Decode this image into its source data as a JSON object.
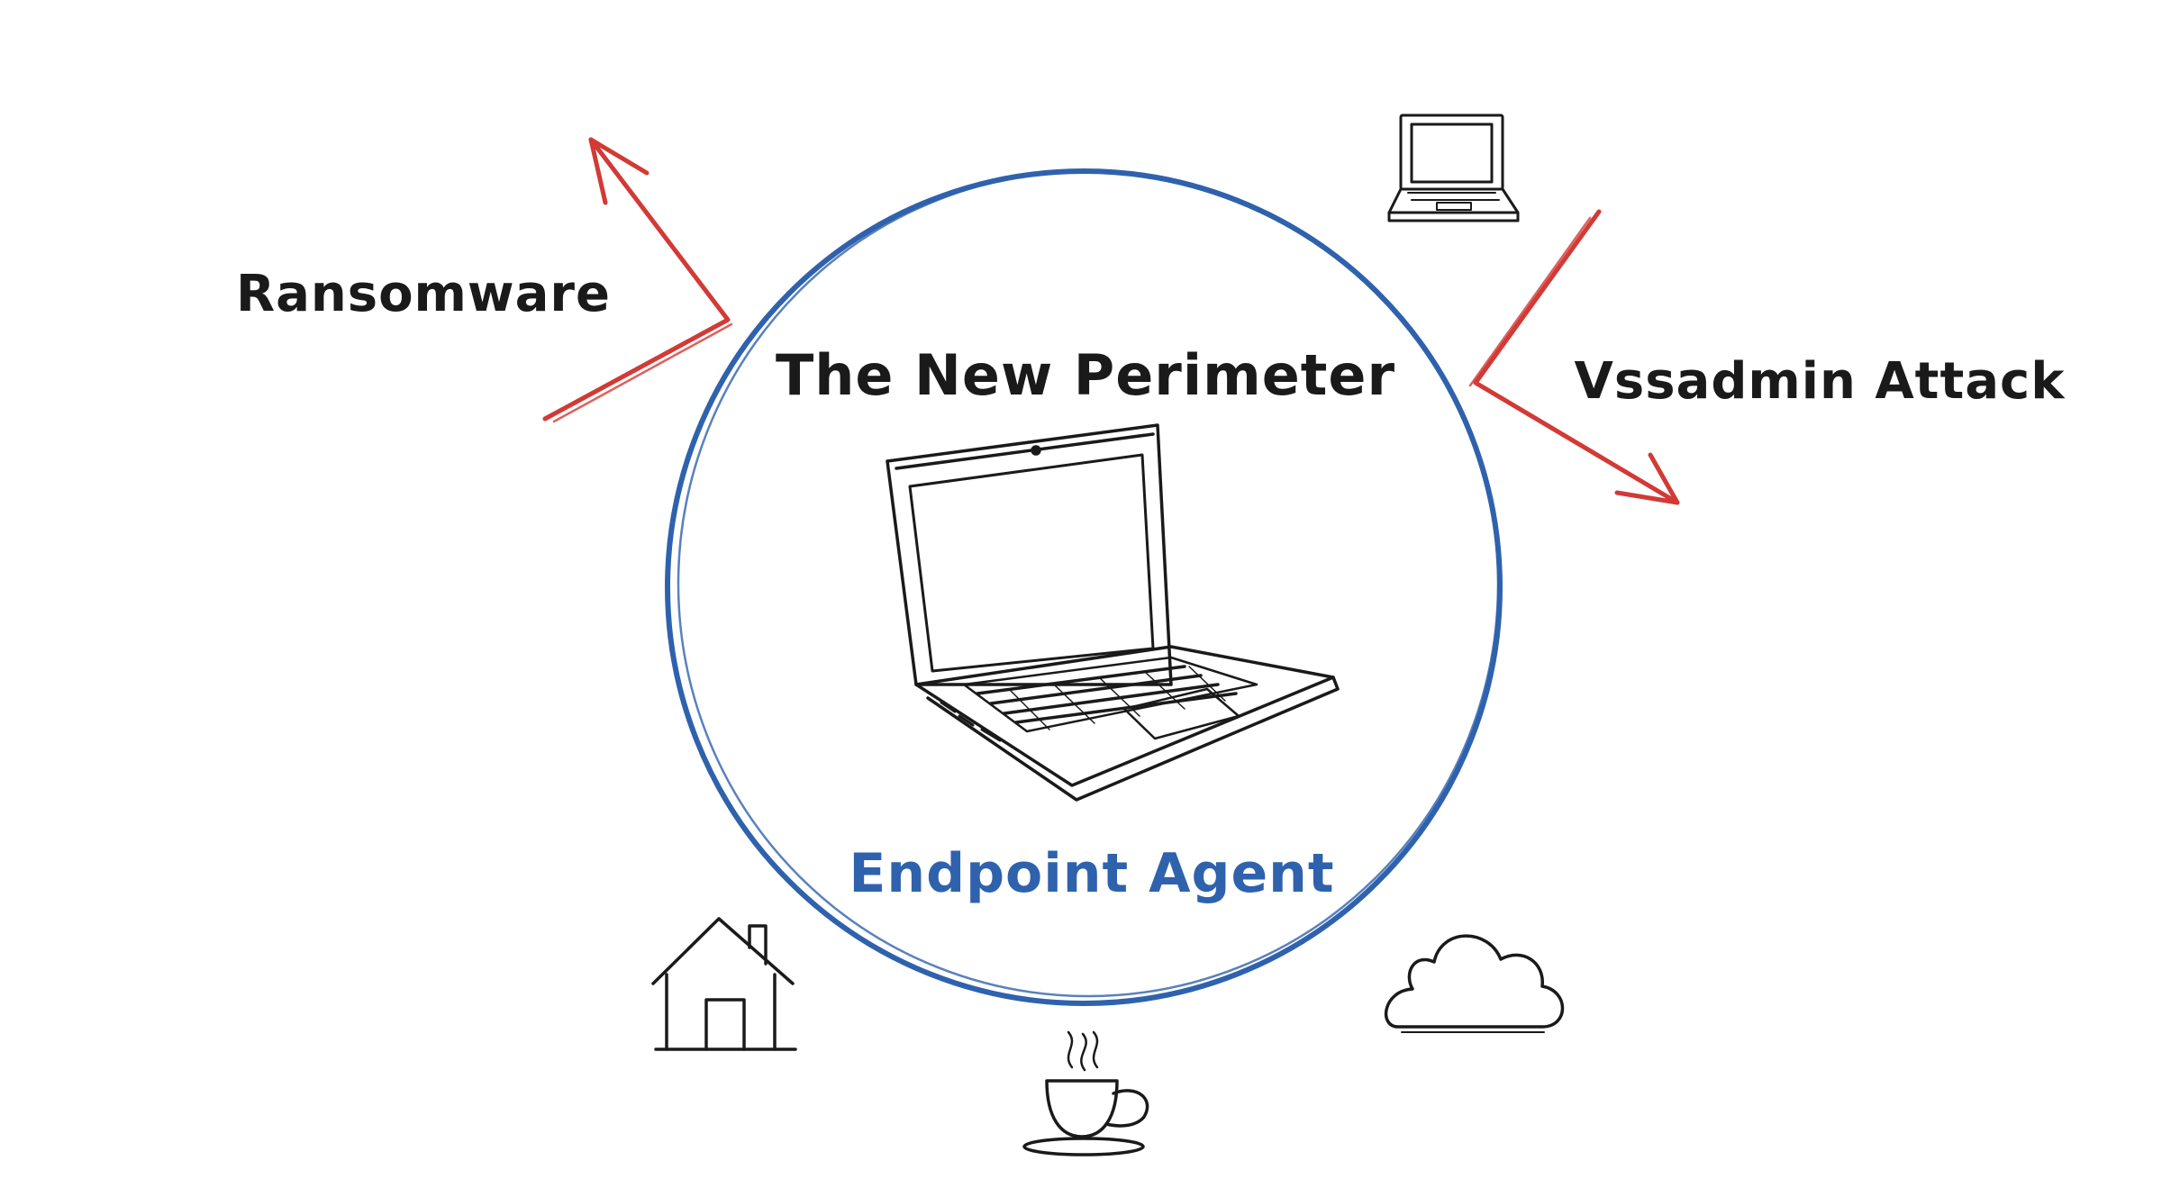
{
  "labels": {
    "title": "The New Perimeter",
    "agent": "Endpoint Agent",
    "threat_left": "Ransomware",
    "threat_right": "Vssadmin Attack"
  },
  "icons": {
    "center": "laptop-icon",
    "top_right": "laptop-icon",
    "bottom_left": "house-icon",
    "bottom_center": "coffee-cup-icon",
    "bottom_right": "cloud-icon"
  },
  "colors": {
    "ink": "#1a1a1a",
    "perimeter": "#2f62ad",
    "threat": "#d23a36",
    "agent_text": "#2f62ad",
    "background": "#ffffff"
  }
}
